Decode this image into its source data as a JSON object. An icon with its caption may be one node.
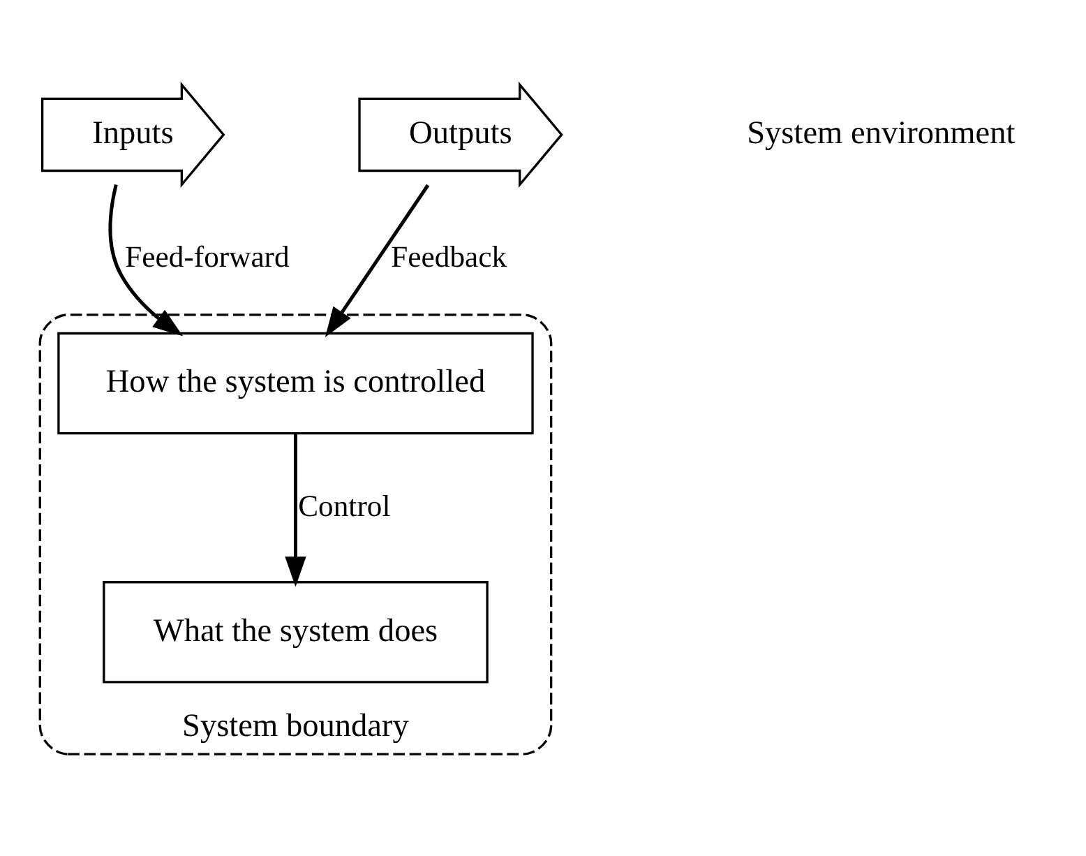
{
  "diagram": {
    "nodes": [
      {
        "text": [
          "System boundary"
        ]
      },
      {
        "text": [
          "Inputs"
        ]
      },
      {
        "text": [
          "What the system does"
        ],
        "in": 0
      },
      {
        "text": [
          "Outputs"
        ]
      },
      {
        "text": [
          "How the system is controlled"
        ],
        "in": 0
      }
    ],
    "edges": [
      {
        "from": 1,
        "to": 4,
        "arrow": "to",
        "label": "Feed-forward"
      },
      {
        "from": 4,
        "to": 2,
        "arrow": "to",
        "label": "Control"
      },
      {
        "from": 3,
        "to": 4,
        "arrow": "to",
        "label": "Feedback"
      }
    ],
    "labels": [
      "System environment"
    ]
  }
}
